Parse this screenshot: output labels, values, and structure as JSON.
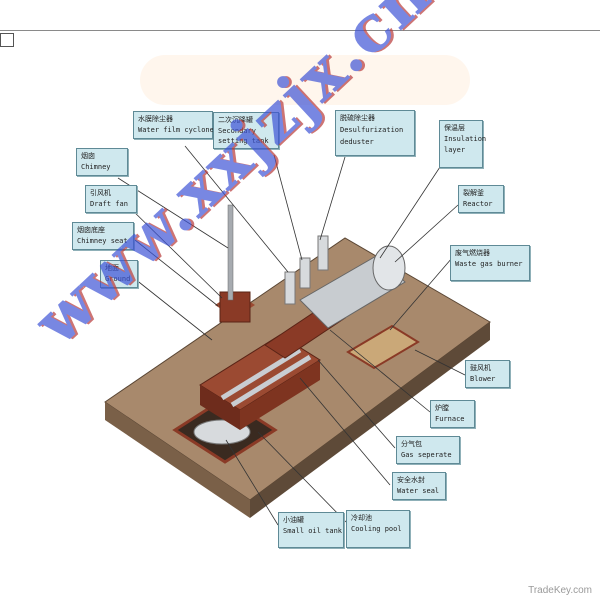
{
  "labels": {
    "water_film_cyclone": {
      "zh": "水膜除尘器",
      "en": "Water film cyclone"
    },
    "secondary_setting_tank": {
      "zh": "二次沉降罐",
      "en": "Secondary setting tank"
    },
    "desulfurization_deduster": {
      "zh": "脱硫除尘器",
      "en": "Desulfurization deduster"
    },
    "insulation_layer": {
      "zh": "保温层",
      "en": "Insulation layer"
    },
    "chimney": {
      "zh": "烟囱",
      "en": "Chimney"
    },
    "draft_fan": {
      "zh": "引风机",
      "en": "Draft fan"
    },
    "chimney_seat": {
      "zh": "烟囱底座",
      "en": "Chimney seat"
    },
    "ground": {
      "zh": "地面",
      "en": "Ground"
    },
    "reactor": {
      "zh": "裂解釜",
      "en": "Reactor"
    },
    "waste_gas_burner": {
      "zh": "废气燃烧器",
      "en": "Waste gas burner"
    },
    "blower": {
      "zh": "鼓风机",
      "en": "Blower"
    },
    "furnace": {
      "zh": "炉膛",
      "en": "Furnace"
    },
    "gas_seperate": {
      "zh": "分气包",
      "en": "Gas seperate"
    },
    "water_seal": {
      "zh": "安全水封",
      "en": "Water seal"
    },
    "small_oil_tank": {
      "zh": "小油罐",
      "en": "Small oil tank"
    },
    "cooling_pool": {
      "zh": "冷却池",
      "en": "Cooling pool"
    }
  },
  "watermark": "www.xxjzjx.cn",
  "source_watermark": "TradeKey.com",
  "colors": {
    "label_fill": "#cfe8ee",
    "ground_top": "#a8896c",
    "ground_side": "#6e5842",
    "brick": "#8a3a26",
    "metal": "#c8ccd0",
    "watermark_blue": "#3f55d6"
  }
}
